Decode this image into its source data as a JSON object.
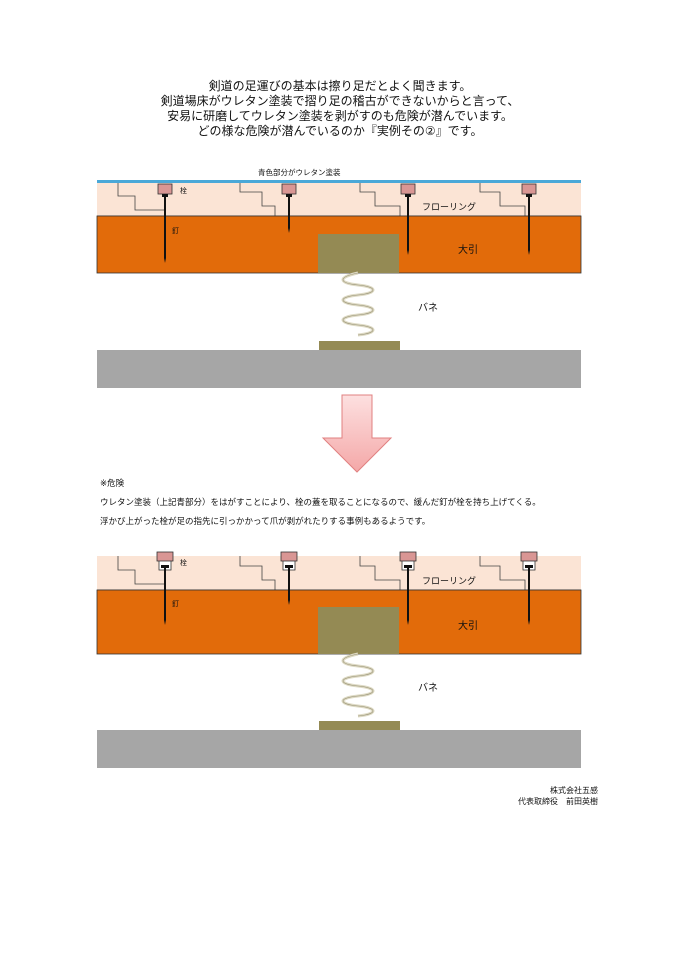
{
  "title_lines": [
    "剣道の足運びの基本は擦り足だとよく聞きます。",
    "剣道場床がウレタン塗装で摺り足の稽古ができないからと言って、",
    "安易に研磨してウレタン塗装を剥がすのも危険が潜んでいます。",
    "どの様な危険が潜んでいるのか『実例その②』です。"
  ],
  "diagram1": {
    "coating_label": "青色部分がウレタン塗装",
    "plug_label": "栓",
    "nail_label": "釘",
    "flooring_label": "フローリング",
    "beam_label": "大引",
    "spring_label": "バネ"
  },
  "diagram2": {
    "plug_label": "栓",
    "nail_label": "釘",
    "flooring_label": "フローリング",
    "beam_label": "大引",
    "spring_label": "バネ"
  },
  "warning": {
    "heading": "※危険",
    "line1": "ウレタン塗装（上記青部分）をはがすことにより、栓の蓋を取ることになるので、緩んだ釘が栓を持ち上げてくる。",
    "line2": "浮かび上がった栓が足の指先に引っかかって爪が剥がれたりする事例もあるようです。"
  },
  "footer": {
    "company": "株式会社五感",
    "person": "代表取締役　前田英樹"
  },
  "colors": {
    "coating": "#4aa8d8",
    "flooring": "#fbe4d5",
    "beam": "#e26b0a",
    "block": "#948a54",
    "spring": "#ddd9c3",
    "base": "#a6a6a6",
    "plug": "#d99694",
    "arrow_fill": "#f9c6c6",
    "arrow_stroke": "#e08080"
  }
}
